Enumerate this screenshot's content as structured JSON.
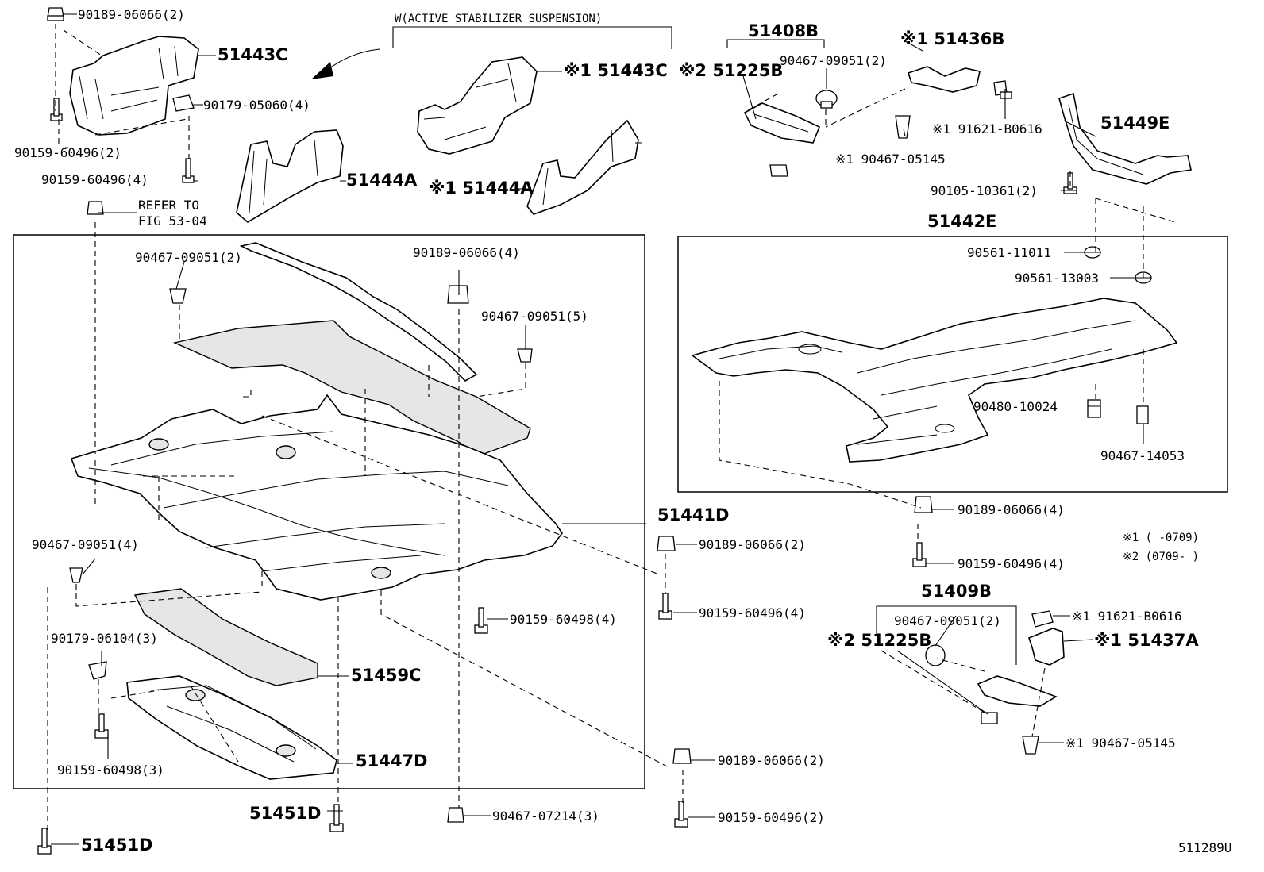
{
  "header": {
    "variant_note": "W(ACTIVE STABILIZER SUSPENSION)",
    "refer_line1": "REFER TO",
    "refer_line2": "FIG 53-04"
  },
  "left_group": {
    "c1": "90189-06066(2)",
    "c2": "51443C",
    "c3": "90179-05060(4)",
    "c4": "90159-60496(2)",
    "c5": "90159-60496(4)",
    "c6": "51444A"
  },
  "variant_group": {
    "v1": "※1 51443C",
    "v2": "※1 51444A"
  },
  "main_assembly": {
    "m1": "90467-09051(2)",
    "m2": "90189-06066(4)",
    "m3": "90467-09051(5)",
    "m4": "51441D",
    "m5": "90467-09051(4)",
    "m6": "90159-60498(4)",
    "m7": "90179-06104(3)",
    "m8": "51459C",
    "m9": "90159-60498(3)",
    "m10": "51447D",
    "m11": "51451D",
    "m12": "90467-07214(3)",
    "m13": "51451D"
  },
  "middle_col": {
    "k1": "90189-06066(2)",
    "k2": "90159-60496(4)",
    "k3": "90189-06066(2)",
    "k4": "90159-60496(2)"
  },
  "upper_right": {
    "u1": "51408B",
    "u2": "※2 51225B",
    "u3": "90467-09051(2)",
    "u4": "※1 51436B",
    "u5": "※1 91621-B0616",
    "u6": "※1 90467-05145",
    "u7": "51449E",
    "u8": "90105-10361(2)"
  },
  "right_assembly": {
    "r1": "51442E",
    "r2": "90561-11011",
    "r3": "90561-13003",
    "r4": "90480-10024",
    "r5": "90467-14053",
    "r6": "90189-06066(4)",
    "r7": "90159-60496(4)"
  },
  "notes": {
    "n1": "※1 (      -0709)",
    "n2": "※2 (0709-      )"
  },
  "lower_right": {
    "l1": "51409B",
    "l2": "90467-09051(2)",
    "l3": "※2 51225B",
    "l4": "※1 91621-B0616",
    "l5": "※1 51437A",
    "l6": "※1 90467-05145"
  },
  "figure_code": "511289U"
}
